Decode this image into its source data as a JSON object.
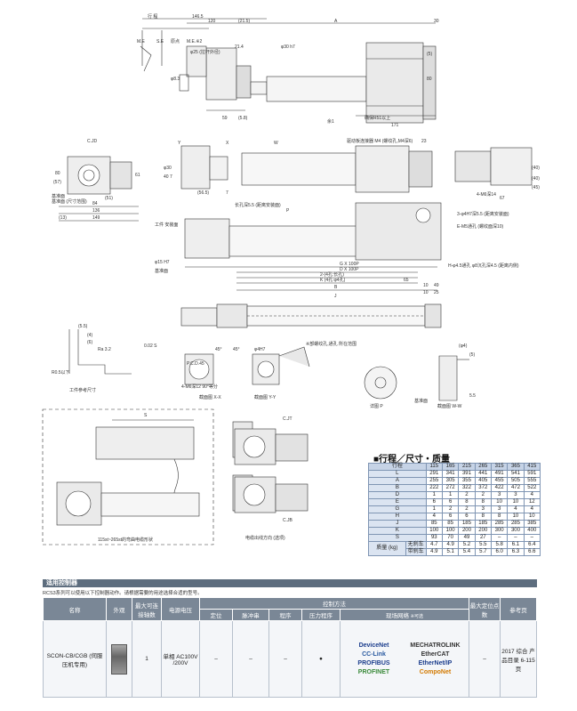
{
  "drawing": {
    "top": {
      "labels": [
        "行 程",
        "146.5",
        "120",
        "(21.5)",
        "A",
        "30",
        "M.E",
        "S.E",
        "原点",
        "M.E.※2",
        "φ25 (拉杆外径)",
        "φ30 h7",
        "φ8.3",
        "59",
        "(5.8)",
        "80",
        "(5)",
        "171",
        "余1",
        "确保R51以上",
        "21.4"
      ]
    },
    "middle": {
      "labels": [
        "C.JD",
        "80",
        "(57)",
        "61",
        "基准面",
        "基准面 (尺寸范围)",
        "84",
        "136",
        "149",
        "(51)",
        "(13)",
        "Y",
        "X",
        "W",
        "φ30",
        "40 7",
        "(56.5)",
        "7",
        "(40)",
        "67",
        "4-M6深14",
        "(40)",
        "(45)",
        "驱动板连接器 M4 (螺纹孔,M4深6)",
        "23",
        "长孔深5.5 (距离安装面)",
        "P",
        "3-φ4H7深5.5 (距离安装面)",
        "E-M5通孔 (螺纹面深10)",
        "H-φ4.5通孔 φ8沉孔深4.5 (距离内侧)",
        "工件 安装面",
        "φ15 H7",
        "基准面",
        "G X 100P",
        "D X 100P",
        "2-(4孔:长孔)",
        "K (4孔:φ4孔)",
        "65",
        "B",
        "J",
        "10",
        "49",
        "10",
        "25"
      ]
    },
    "details": {
      "labels": [
        "(5.5)",
        "(4)",
        "(6)",
        "R0.5以下",
        "Ra 3.2",
        "0.02 S",
        "工件参考尺寸",
        "P.C.D.45",
        "45°",
        "45°",
        "4-M6深12 90°等分",
        "截面图 X-X",
        "截面图 Y-Y",
        "φ4H7",
        "※部螺纹孔,通孔 所在范围",
        "详图 P",
        "截面图 W-W",
        "基准面",
        "(φ4)",
        "(5)",
        "5.5"
      ]
    },
    "motor": {
      "labels": [
        "S",
        "C.JT",
        "C.JB",
        "115st~265st的弯曲电缆形状",
        "电缆出线方向 (选项)"
      ]
    }
  },
  "stroke_table": {
    "title": "■行程／尺寸・质量",
    "header": [
      "行程",
      "115",
      "165",
      "215",
      "265",
      "315",
      "365",
      "415"
    ],
    "rows": [
      {
        "label": "L",
        "values": [
          "291",
          "341",
          "391",
          "441",
          "491",
          "541",
          "591"
        ]
      },
      {
        "label": "A",
        "values": [
          "255",
          "305",
          "355",
          "405",
          "455",
          "505",
          "555"
        ]
      },
      {
        "label": "B",
        "values": [
          "222",
          "272",
          "322",
          "372",
          "422",
          "472",
          "522"
        ]
      },
      {
        "label": "D",
        "values": [
          "1",
          "1",
          "2",
          "2",
          "3",
          "3",
          "4"
        ]
      },
      {
        "label": "E",
        "values": [
          "6",
          "6",
          "8",
          "8",
          "10",
          "10",
          "12"
        ]
      },
      {
        "label": "G",
        "values": [
          "1",
          "2",
          "2",
          "3",
          "3",
          "4",
          "4"
        ]
      },
      {
        "label": "H",
        "values": [
          "4",
          "6",
          "6",
          "8",
          "8",
          "10",
          "10"
        ]
      },
      {
        "label": "J",
        "values": [
          "85",
          "85",
          "185",
          "185",
          "285",
          "285",
          "385"
        ]
      },
      {
        "label": "K",
        "values": [
          "100",
          "100",
          "200",
          "200",
          "300",
          "300",
          "400"
        ]
      },
      {
        "label": "S",
        "values": [
          "93",
          "70",
          "49",
          "27",
          "–",
          "–",
          "–"
        ]
      }
    ],
    "mass_label": "质量 (kg)",
    "mass_rows": [
      {
        "label": "无刹车",
        "values": [
          "4.7",
          "4.9",
          "5.2",
          "5.5",
          "5.8",
          "6.1",
          "6.4"
        ]
      },
      {
        "label": "带刹车",
        "values": [
          "4.9",
          "5.1",
          "5.4",
          "5.7",
          "6.0",
          "6.3",
          "6.6"
        ]
      }
    ]
  },
  "controllers": {
    "title": "适用控制器",
    "subtitle": "RCS3系列可以使用以下控制器动作。请根据需要的用途选择合适的型号。",
    "headers": {
      "name": "名称",
      "appearance": "外观",
      "max_axes": "最大可连接轴数",
      "voltage": "电源电压",
      "control_method": "控制方法",
      "positioning": "定位",
      "pulse": "脉冲串",
      "program": "程序",
      "pressing": "压力程序",
      "fieldbus": "现场网络",
      "fieldbus_note": "※可选",
      "max_points": "最大定位点数",
      "reference_page": "参考页"
    },
    "row": {
      "name": "SCON-CB/CGB (伺服压机专用)",
      "max_axes": "1",
      "voltage": "单相 AC100V /200V",
      "positioning": "–",
      "pulse": "–",
      "program": "–",
      "pressing": "●",
      "networks": [
        "DeviceNet",
        "MECHATROLINK",
        "CC-Link",
        "EtherCAT",
        "PROFIBUS",
        "EtherNet/IP",
        "PROFINET",
        "CompoNet"
      ],
      "max_points": "–",
      "reference_page": "2017 综合 产品目录 6-115 页"
    }
  }
}
